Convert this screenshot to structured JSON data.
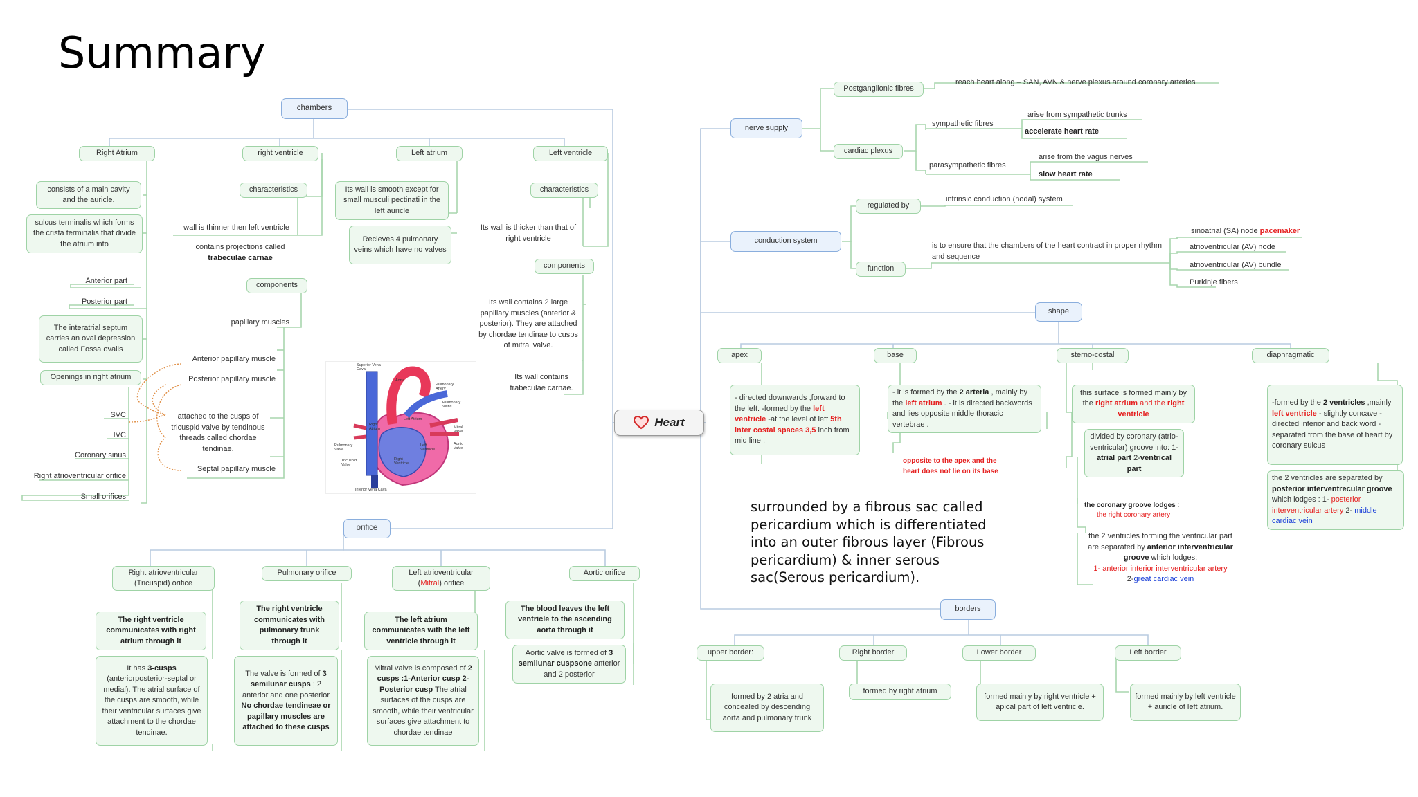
{
  "title": "Summary",
  "center": "Heart",
  "big_note": "surrounded by a fibrous sac called pericardium which is differentiated into an outer fibrous layer (Fibrous pericardium) & inner serous sac(Serous pericardium).",
  "chambers": {
    "label": "chambers",
    "ra": {
      "label": "Right Atrium",
      "main_cavity": "consists of a main cavity and the auricle.",
      "sulcus": "sulcus terminalis which forms the crista terminalis that divide the atrium into",
      "anterior": "Anterior part",
      "posterior": "Posterior part",
      "septum": "The interatrial septum carries an oval depression called Fossa ovalis",
      "openings": "Openings in right atrium",
      "svc": "SVC",
      "ivc": "IVC",
      "coronary_sinus": "Coronary sinus",
      "av_orifice": "Right atrioventricular orifice",
      "small": "Small orifices"
    },
    "rv": {
      "label": "right ventricle",
      "characteristics": "characteristics",
      "wall": "wall is thinner then left ventricle",
      "proj": "contains projections called",
      "trab": "trabeculae carnae",
      "components": "components",
      "papillary": "papillary muscles",
      "ant_pap": "Anterior papillary muscle",
      "post_pap": "Posterior papillary muscle",
      "attached": "attached to the cusps of tricuspid valve by tendinous threads called chordae tendinae.",
      "septal": "Septal papillary muscle"
    },
    "la": {
      "label": "Left atrium",
      "wall": "Its wall is smooth except for small musculi pectinati in the left auricle",
      "veins": "Recieves 4 pulmonary veins which have no valves"
    },
    "lv": {
      "label": "Left ventricle",
      "characteristics": "characteristics",
      "wall": "Its wall is thicker than that of right ventricle",
      "components": "components",
      "papillary": "Its wall contains 2 large papillary muscles (anterior & posterior). They are attached by chordae tendinae to cusps of mitral valve.",
      "trab": "Its wall contains trabeculae carnae."
    }
  },
  "image_labels": [
    "Superior Vena Cava",
    "Aorta",
    "Pulmonary Artery",
    "Pulmonary Veins",
    "Right Atrium",
    "Left Atrium",
    "Mitral Valve",
    "Left Ventricle",
    "Aortic Valve",
    "Pulmonary Valve",
    "Tricuspid Valve",
    "Right Ventricle",
    "Inferior Vena Cava"
  ],
  "orifice": {
    "label": "orifice",
    "rav": {
      "label1": "Right atrioventricular",
      "label2": "(Tricuspid) orifice",
      "comm": "The right ventricle communicates with right atrium through it",
      "d1": "It has ",
      "d2": "3-cusps",
      "d3": " (anteriorposterior-septal or medial). The atrial surface of the cusps are smooth, while their ventricular surfaces give attachment to the chordae tendinae."
    },
    "pulm": {
      "label": "Pulmonary orifice",
      "comm": "The right ventricle communicates with pulmonary trunk through it",
      "d1": "The valve is formed of ",
      "d2": "3 semilunar cusps",
      "d3": " ; 2 anterior and one posterior ",
      "d4": "No chordae tendineae or papillary muscles are attached to these cusps"
    },
    "lav": {
      "label1": "Left atrioventricular",
      "label2a": "(",
      "label2b": "Mitral",
      "label2c": ") orifice",
      "comm": "The left atrium communicates with the left ventricle through it",
      "d1": "Mitral valve is composed of ",
      "d2": "2 cusps :1-Anterior cusp 2-Posterior cusp",
      "d3": " The atrial surfaces of the cusps are smooth, while their ventricular surfaces give attachment to chordae tendinae"
    },
    "aortic": {
      "label": "Aortic orifice",
      "comm": "The blood leaves the left ventricle to the ascending aorta through it",
      "d1": "Aortic valve is formed of ",
      "d2": "3 semilunar cuspsone",
      "d3": " anterior and 2 posterior"
    }
  },
  "nerve": {
    "label": "nerve supply",
    "postgang": "Postganglionic fibres",
    "reach": "reach heart along – SAN, AVN & nerve plexus around coronary arteries",
    "plexus": "cardiac plexus",
    "symp": "sympathetic fibres",
    "symp_arise": "arise from  sympathetic trunks",
    "symp_effect": "accelerate heart rate",
    "para": "parasympathetic fibres",
    "para_arise": "arise from the vagus nerves",
    "para_effect": "slow heart rate"
  },
  "conduction": {
    "label": "conduction system",
    "regulated": "regulated by",
    "intrinsic": "intrinsic conduction (nodal) system",
    "function": "function",
    "func_text": "is to ensure that the chambers of the heart contract in  proper rhythm and sequence",
    "san1": "sinoatrial (SA) node ",
    "san2": "pacemaker",
    "avn": "atrioventricular (AV) node",
    "avb": "atrioventricular (AV) bundle",
    "purkinje": "Purkinje fibers"
  },
  "shape": {
    "label": "shape",
    "apex": {
      "label": "apex",
      "t1": "- directed downwards ,forward to the left. -formed by the ",
      "t2": "left ventricle",
      "t3": " -at the level of left ",
      "t4": "5th inter costal spaces 3,5",
      "t5": " inch from mid line ."
    },
    "base": {
      "label": "base",
      "t1": "- it is formed by the ",
      "t2": "2 arteria",
      "t3": " , mainly by the ",
      "t4": "left atrium",
      "t5": " . - it is directed backwords and lies opposite middle thoracic vertebrae .",
      "note": "opposite to the apex and the heart does not lie on its base"
    },
    "sterno": {
      "label": "sterno-costal",
      "t1": "this surface is formed mainly by the ",
      "t2": "right atrium",
      "t3": " and the ",
      "t4": "right ventricle",
      "groove1": "divided by coronary (atrio-ventricular) groove into: 1- ",
      "groove2": "atrial part",
      "groove3": " 2-",
      "groove4": "ventrical part",
      "lodge1": "the coronary groove lodges",
      "lodge2": " :",
      "lodge3": "the right coronary artery",
      "sep1": "the 2 ventricles forming the ventricular part are separated by ",
      "sep2": "anterior interventricular groove",
      "sep3": " which lodges: ",
      "sep4": "1- anterior interior interventricular artery",
      "sep5": "2-",
      "sep6": "great cardiac vein"
    },
    "diaph": {
      "label": "diaphragmatic",
      "t1": "-formed by the ",
      "t2": "2 ventricles",
      "t3": " ,mainly ",
      "t4": "left ventricle",
      "t5": " - slightly concave -directed inferior and back word - separated from the base of heart by  coronary sulcus",
      "s1": "the 2 ventricles are separated by ",
      "s2": "posterior interventrecular groove",
      "s3": " which lodges : 1- ",
      "s4": "posterior interventricular artery",
      "s5": " 2- ",
      "s6": "middle cardiac vein"
    }
  },
  "borders": {
    "label": "borders",
    "upper": {
      "label": "upper border:",
      "desc": "formed by 2 atria and concealed by descending aorta and pulmonary trunk"
    },
    "right": {
      "label": "Right border",
      "desc": "formed by right atrium"
    },
    "lower": {
      "label": "Lower border",
      "desc": "formed mainly by right ventricle + apical part of left ventricle."
    },
    "left": {
      "label": "Left border",
      "desc": "formed mainly by left ventricle + auricle of left atrium."
    }
  },
  "colors": {
    "accent_red": "#e52020",
    "accent_blue": "#1a3fd8",
    "node_green": "#9fd3a6",
    "node_blue": "#8aaedd"
  }
}
